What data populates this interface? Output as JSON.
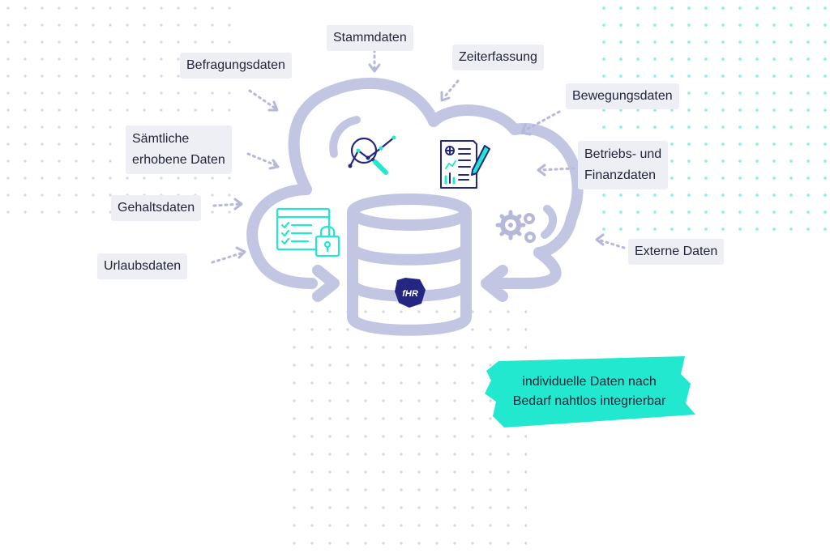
{
  "labels": {
    "stammdaten": "Stammdaten",
    "befragungsdaten": "Befragungsdaten",
    "zeiterfassung": "Zeiterfassung",
    "bewegungsdaten": "Bewegungsdaten",
    "saemtliche_line1": "Sämtliche",
    "saemtliche_line2": "erhobene Daten",
    "betriebs_line1": "Betriebs- und",
    "betriebs_line2": "Finanzdaten",
    "gehaltsdaten": "Gehaltsdaten",
    "urlaubsdaten": "Urlaubsdaten",
    "externe_daten": "Externe Daten"
  },
  "banner": {
    "line1": "individuelle Daten nach",
    "line2": "Bedarf nahtlos integrierbar"
  },
  "logo": {
    "text": "fHR"
  },
  "icons": [
    "magnifier-chart-icon",
    "report-document-icon",
    "checklist-lock-icon",
    "gears-icon",
    "database-icon"
  ],
  "colors": {
    "cloud": "#c3c6e2",
    "accent": "#22e8cf",
    "brand": "#242782",
    "label_bg": "#eeeff5",
    "dots_gray": "#d9dbe6"
  }
}
